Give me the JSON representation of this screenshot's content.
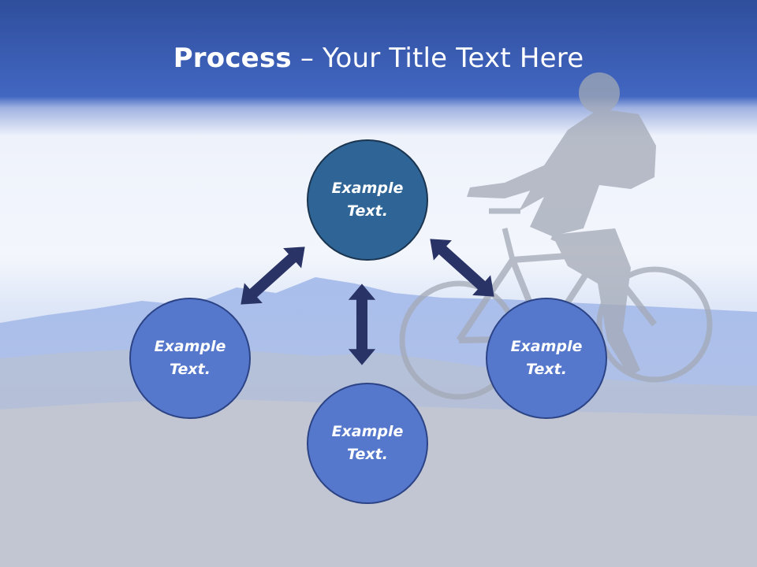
{
  "slide": {
    "title_bold": "Process",
    "title_rest": " – Your Title Text Here"
  },
  "nodes": {
    "top": "Example\nText.",
    "left": "Example\nText.",
    "right": "Example\nText.",
    "bottom": "Example\nText."
  },
  "colors": {
    "header_blue": "#3d5fbe",
    "top_node": "#2f6596",
    "side_nodes": "#5577cc",
    "arrows": "#2a3366"
  },
  "icons": [
    "cyclist-silhouette",
    "double-arrow"
  ]
}
